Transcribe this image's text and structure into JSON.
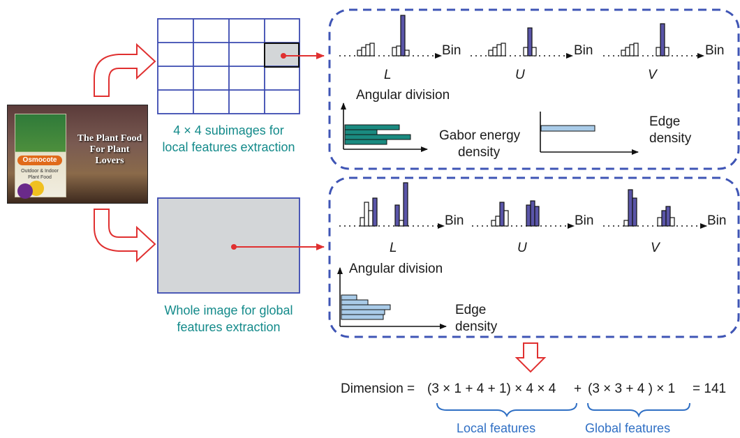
{
  "photo": {
    "brand": "Osmocote",
    "subtext": "Outdoor & Indoor Plant Food",
    "slogan": "The Plant Food For Plant Lovers"
  },
  "local_caption": [
    "4 × 4 subimages for",
    "local features extraction"
  ],
  "global_caption": [
    "Whole image for global",
    "features extraction"
  ],
  "axis_bin": "Bin",
  "channels": [
    "L",
    "U",
    "V"
  ],
  "angular_division": "Angular division",
  "gabor_label": [
    "Gabor energy",
    "density"
  ],
  "edge_density_label": [
    "Edge",
    "density"
  ],
  "formula": {
    "prefix": "Dimension =",
    "local_part": "(3 × 1 + 4 + 1) × 4 × 4",
    "plus": "+",
    "global_part": "(3 × 3 + 4 ) × 1",
    "result": "= 141"
  },
  "brace_labels": {
    "local": "Local features",
    "global": "Global features"
  },
  "colors": {
    "grid_line": "#3a49b0",
    "highlight_cell": "#d3d6d8",
    "dashed_box": "#3f55b5",
    "arrow_red": "#e03030",
    "hist_dark": "#5a55a8",
    "hist_teal": "#1a8a80",
    "hist_light": "#a9cbe8",
    "teal_text": "#138a8a",
    "brace_blue": "#2f6fc4"
  }
}
